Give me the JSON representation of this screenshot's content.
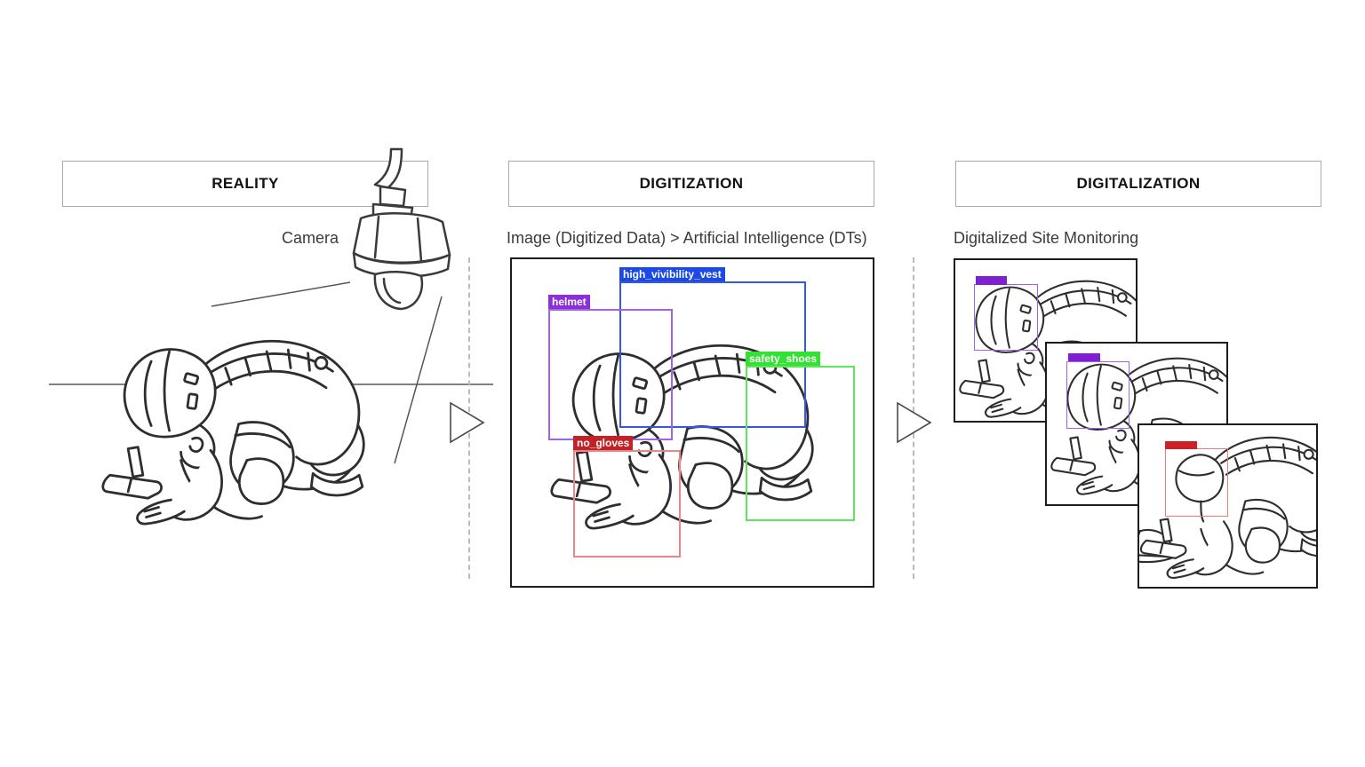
{
  "panels": {
    "reality": {
      "title": "REALITY",
      "camera_label": "Camera"
    },
    "digitization": {
      "title": "DIGITIZATION",
      "caption": "Image (Digitized Data) > Artificial Intelligence (DTs)",
      "detections": [
        {
          "label": "high_vivibility_vest",
          "label_bg": "#1d4ae4",
          "box_color": "#3557e6"
        },
        {
          "label": "helmet",
          "label_bg": "#8b2fd6",
          "box_color": "#a361e3"
        },
        {
          "label": "safety_shoes",
          "label_bg": "#35e035",
          "box_color": "#5fe45f"
        },
        {
          "label": "no_gloves",
          "label_bg": "#c42127",
          "box_color": "#ee8585"
        }
      ]
    },
    "digitalization": {
      "title": "DIGITALIZATION",
      "caption": "Digitalized Site Monitoring",
      "frames": [
        {
          "tag_color": "#7e1fd1",
          "box_color": "#a361e3"
        },
        {
          "tag_color": "#7e1fd1",
          "box_color": "#a361e3"
        },
        {
          "tag_color": "#cc2127",
          "box_color": "#e87f7f"
        }
      ]
    }
  },
  "art": {
    "line_color": "#3a3a3a",
    "ground_color": "#808080",
    "separator_color": "#bbbbbb"
  }
}
